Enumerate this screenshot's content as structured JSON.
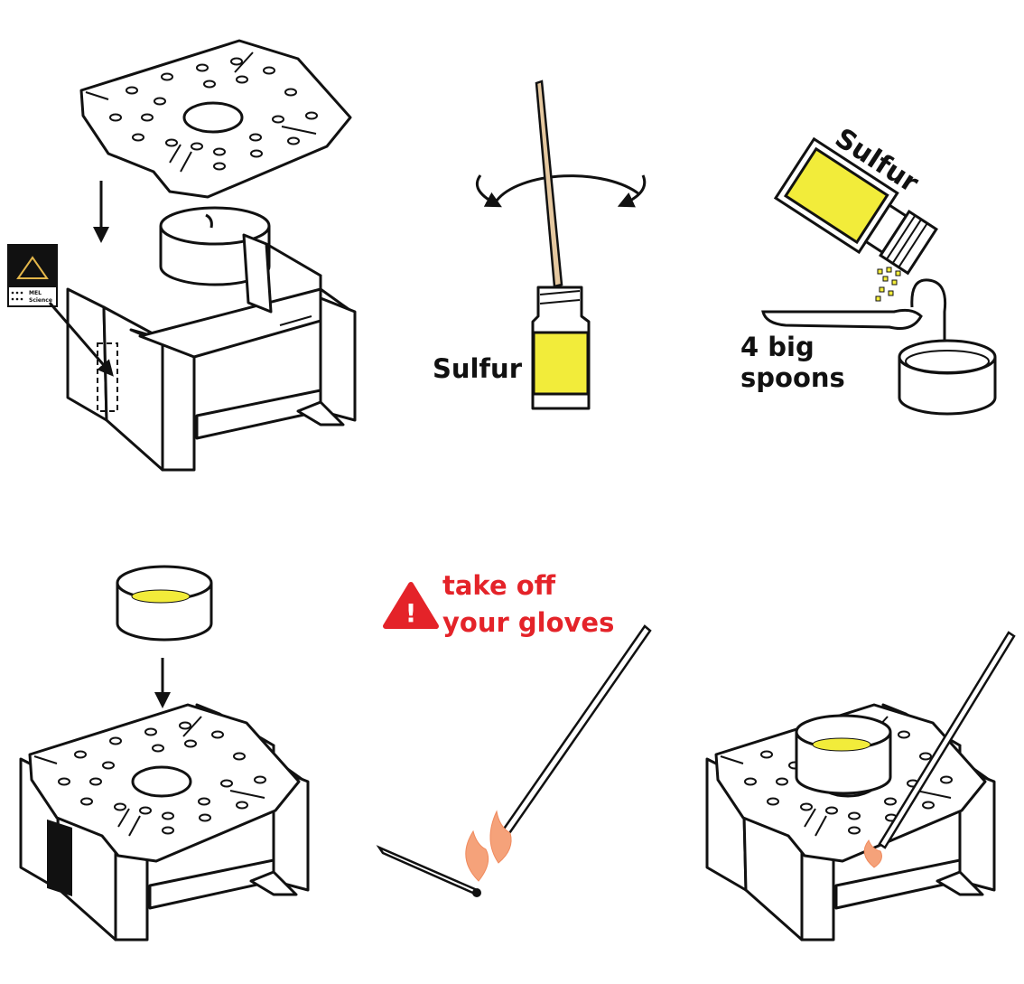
{
  "labels": {
    "sulfur_bottle": "Sulfur",
    "sulfur_jar": "Sulfur",
    "spoons_line1": "4 big",
    "spoons_line2": "spoons",
    "warning_line1": "take off",
    "warning_line2": "your gloves",
    "warning_symbol": "!",
    "brand_line1": "MEL",
    "brand_line2": "Science"
  },
  "colors": {
    "sulfur_yellow": "#f2ec3a",
    "warning_red": "#e42329",
    "flame_orange": "#f5a27a",
    "wood": "#e5c8a0",
    "ink": "#111111"
  },
  "icons": [
    "down-arrow-icon",
    "rotate-arrows-icon",
    "warning-triangle-icon",
    "flame-icon",
    "logo-triangle-icon"
  ]
}
